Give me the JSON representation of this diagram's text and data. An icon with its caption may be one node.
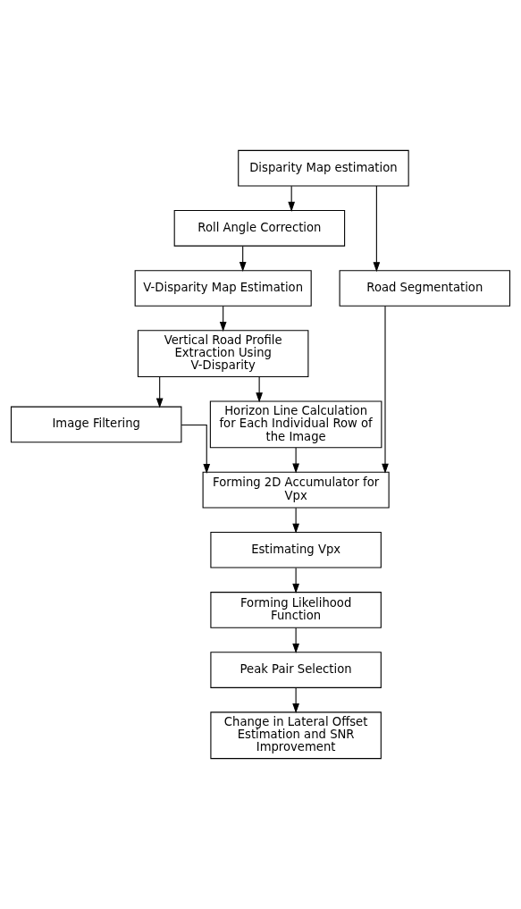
{
  "diagram": {
    "nodes": [
      {
        "text": [
          "Disparity Map estimation"
        ]
      },
      {
        "text": [
          "Roll Angle Correction"
        ]
      },
      {
        "text": [
          "V-Disparity Map Estimation"
        ]
      },
      {
        "text": [
          "Vertical Road Profile Extraction Using V-Disparity"
        ]
      },
      {
        "text": [
          "Image Filtering"
        ]
      },
      {
        "text": [
          "Horizon Line Calculation for Each Individual Row of the Image"
        ]
      },
      {
        "text": [
          "Road Segmentation"
        ]
      },
      {
        "text": [
          "Forming 2D Accumulator for Vpx"
        ]
      },
      {
        "text": [
          "Estimating Vpx"
        ]
      },
      {
        "text": [
          "Forming Likelihood Function"
        ]
      },
      {
        "text": [
          "Peak Pair Selection"
        ]
      },
      {
        "text": [
          "Change in Lateral Offset Estimation and SNR Improvement"
        ]
      }
    ],
    "edges": [
      {
        "from": 0,
        "to": 1,
        "arrow": "to"
      },
      {
        "from": 1,
        "to": 2,
        "arrow": "to"
      },
      {
        "from": 2,
        "to": 3,
        "arrow": "to"
      },
      {
        "from": 3,
        "to": 4,
        "arrow": "to"
      },
      {
        "from": 3,
        "to": 5,
        "arrow": "to"
      },
      {
        "from": 0,
        "to": 6,
        "arrow": "to"
      },
      {
        "from": 5,
        "to": 7,
        "arrow": "to"
      },
      {
        "from": 6,
        "to": 7,
        "arrow": "to"
      },
      {
        "from": 4,
        "to": 7,
        "arrow": "to"
      },
      {
        "from": 7,
        "to": 8,
        "arrow": "to"
      },
      {
        "from": 8,
        "to": 9,
        "arrow": "to"
      },
      {
        "from": 9,
        "to": 10,
        "arrow": "to"
      },
      {
        "from": 10,
        "to": 11,
        "arrow": "to"
      }
    ]
  }
}
